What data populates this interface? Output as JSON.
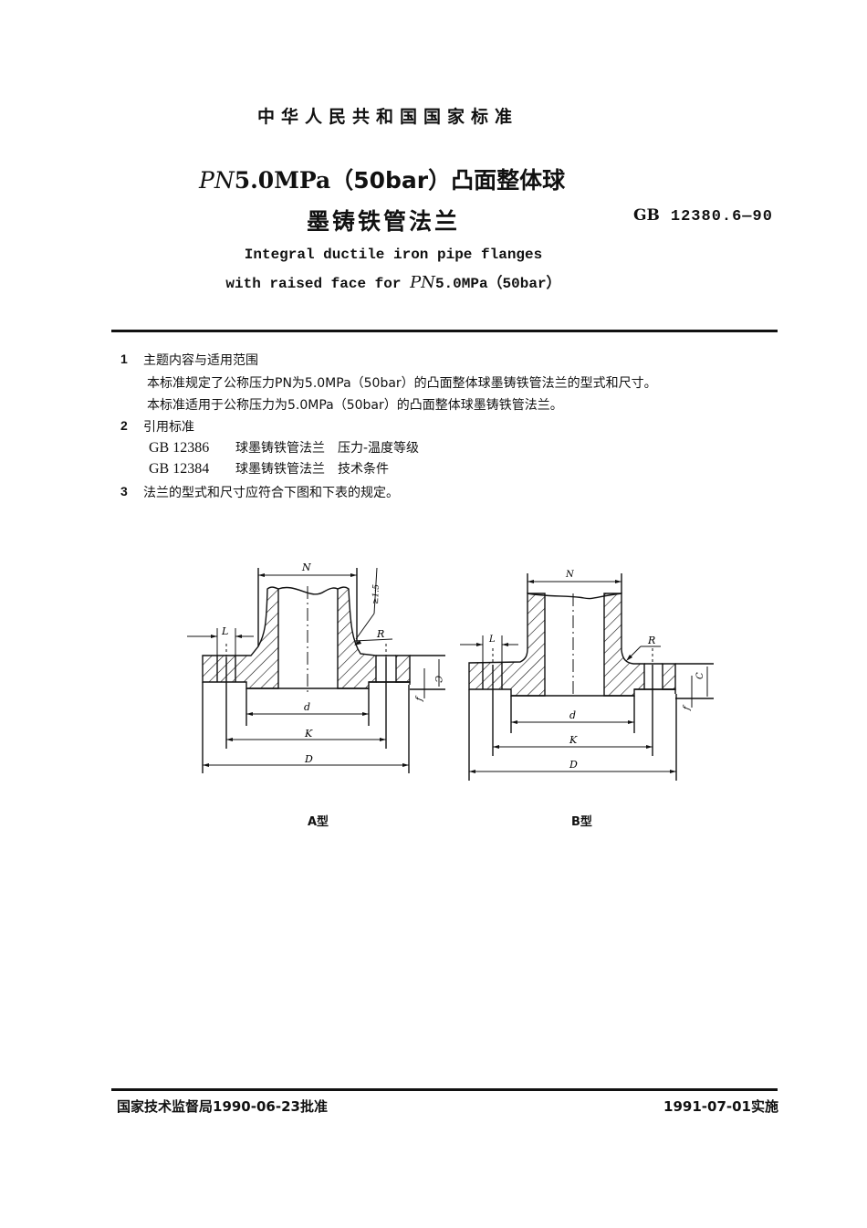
{
  "header": {
    "standard_org": "中华人民共和国国家标准",
    "title_line1": {
      "pn": "PN",
      "pressure": "5.0MPa",
      "bar": "（50bar）",
      "rest": "凸面整体球"
    },
    "title_line2": "墨铸铁管法兰",
    "standard_number": {
      "prefix": "GB",
      "number": "12380.6—90"
    },
    "english_title_line1": "Integral ductile iron pipe flanges",
    "english_title_line2": {
      "prefix": "with raised face for ",
      "pn": "PN",
      "rest": "5.0MPa（50bar）"
    }
  },
  "sections": [
    {
      "number": "1",
      "heading": "主题内容与适用范围",
      "paragraphs": [
        "本标准规定了公称压力PN为5.0MPa（50bar）的凸面整体球墨铸铁管法兰的型式和尺寸。",
        "本标准适用于公称压力为5.0MPa（50bar）的凸面整体球墨铸铁管法兰。"
      ]
    },
    {
      "number": "2",
      "heading": "引用标准",
      "references": [
        {
          "code": "GB 12386",
          "title": "球墨铸铁管法兰",
          "subtitle": "压力-温度等级"
        },
        {
          "code": "GB 12384",
          "title": "球墨铸铁管法兰",
          "subtitle": "技术条件"
        }
      ]
    },
    {
      "number": "3",
      "heading": "法兰的型式和尺寸应符合下图和下表的规定。"
    }
  ],
  "figures": [
    {
      "caption": "A型",
      "labels": {
        "N": "N",
        "L": "L",
        "R": "R",
        "C": "C",
        "f": "f",
        "d": "d",
        "K": "K",
        "D": "D",
        "taper": "≥1:5"
      }
    },
    {
      "caption": "B型",
      "labels": {
        "N": "N",
        "L": "L",
        "R": "R",
        "C": "C",
        "f": "f",
        "d": "d",
        "K": "K",
        "D": "D"
      }
    }
  ],
  "footer": {
    "approval": "国家技术监督局1990-06-23批准",
    "effective": "1991-07-01实施"
  }
}
